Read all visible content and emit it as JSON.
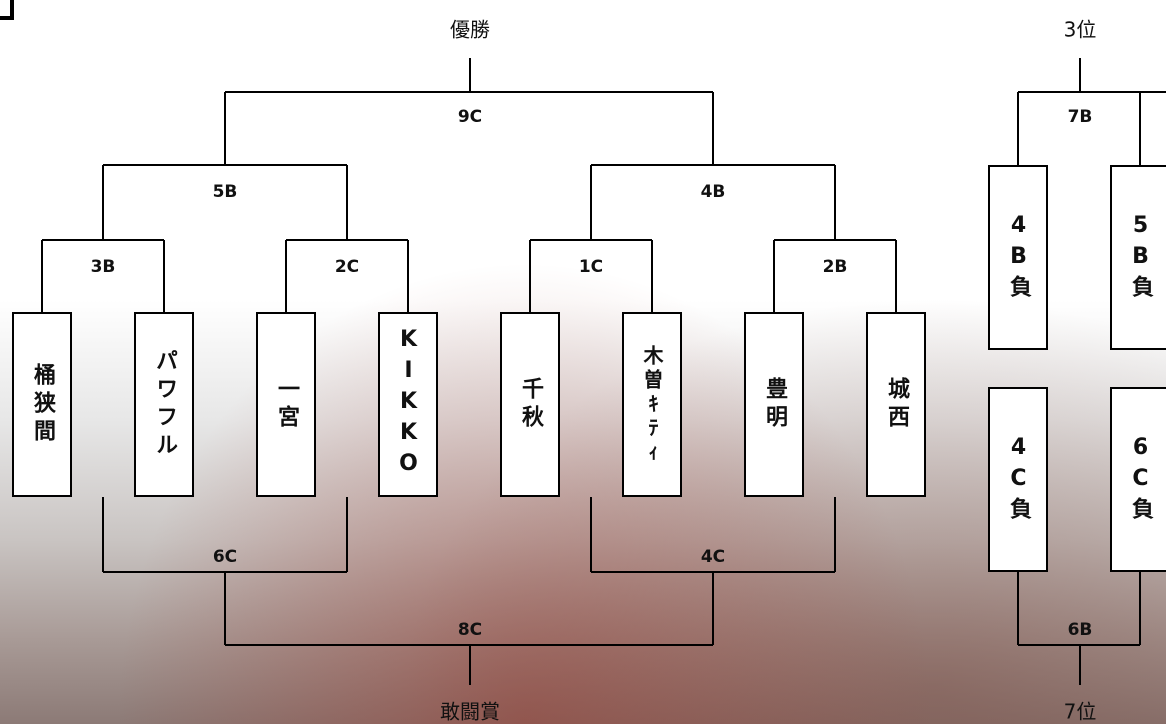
{
  "top_label": "優勝",
  "bottom_label": "敢闘賞",
  "third_place_label": "3位",
  "seventh_place_label": "7位",
  "teams": [
    {
      "name": "桶狭間"
    },
    {
      "name": "パワフル"
    },
    {
      "name": "一宮"
    },
    {
      "name": "KIKKO"
    },
    {
      "name": "千秋"
    },
    {
      "name": "木曽ｷﾃｨ"
    },
    {
      "name": "豊明"
    },
    {
      "name": "城西"
    }
  ],
  "matches": {
    "m3B": "3B",
    "m2C": "2C",
    "m1C": "1C",
    "m2B": "2B",
    "m5B": "5B",
    "m4B": "4B",
    "m9C": "9C",
    "m6C": "6C",
    "m4C": "4C",
    "m8C": "8C",
    "m7B": "7B",
    "m6B": "6B"
  },
  "placement_boxes": [
    {
      "text": "4B負"
    },
    {
      "text": "5B負"
    },
    {
      "text": "4C負"
    },
    {
      "text": "6C負"
    }
  ]
}
